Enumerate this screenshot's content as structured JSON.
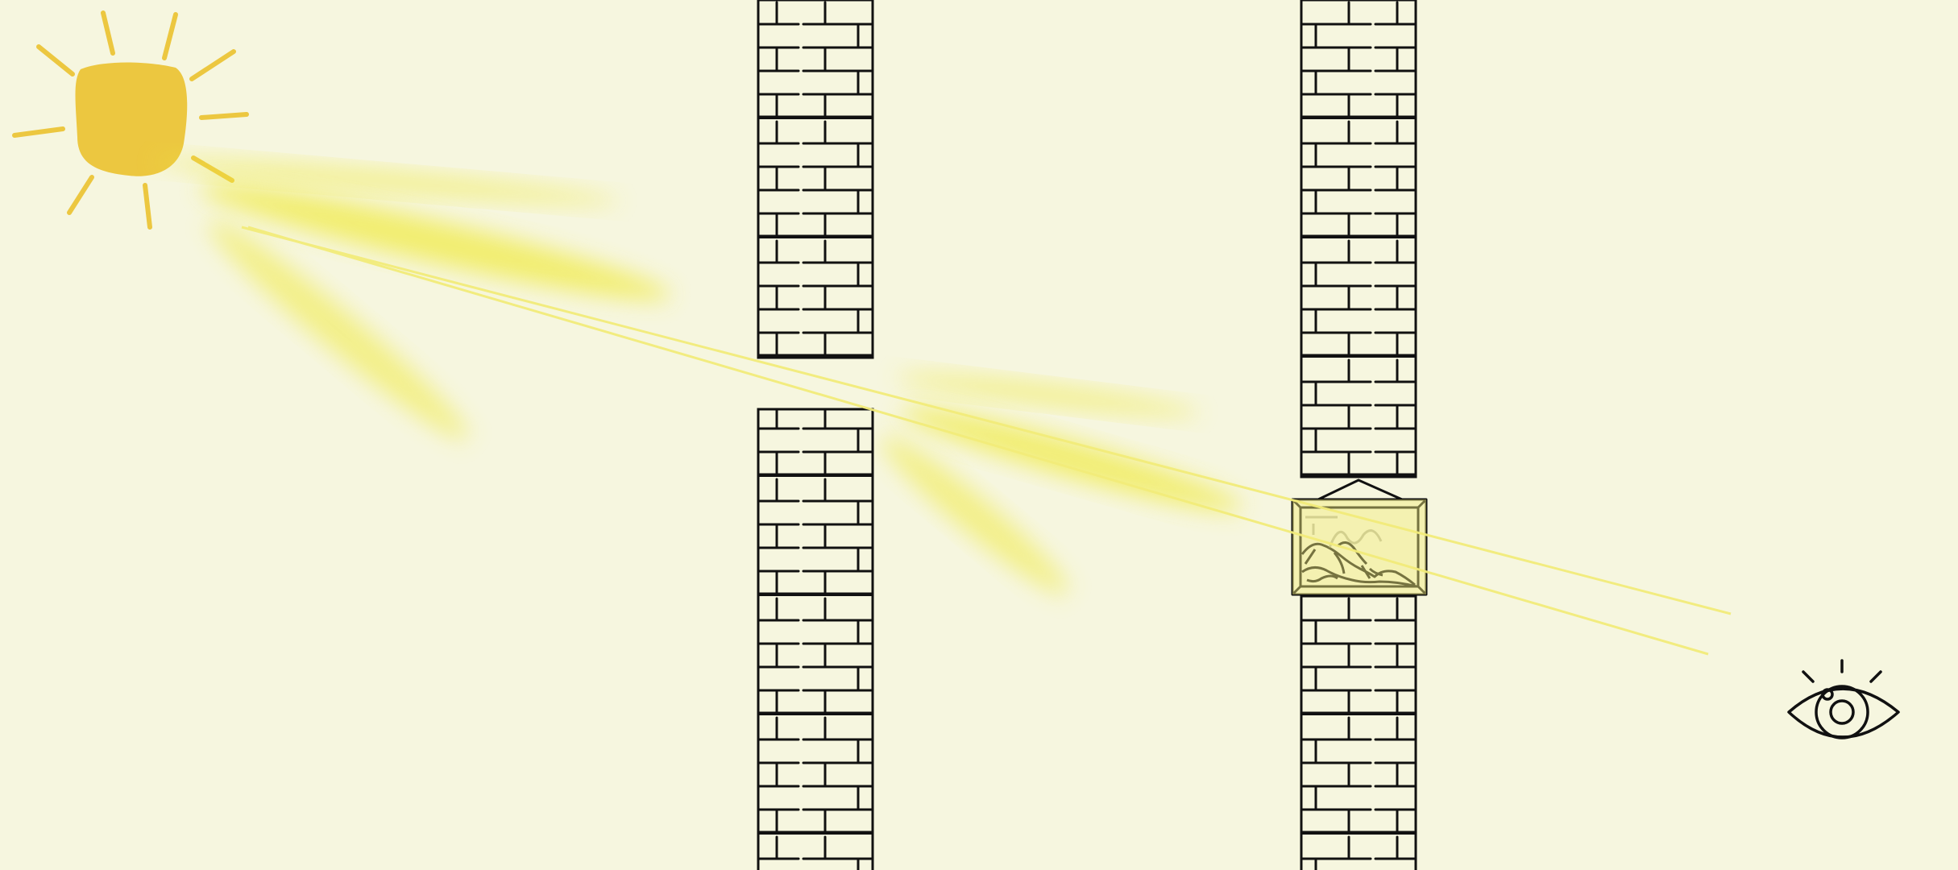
{
  "scene": {
    "background": "#f6f6df",
    "sun": {
      "icon": "sun-icon",
      "color": "#ecc740"
    },
    "light_ray": {
      "color": "#f2ec7a"
    },
    "glow": {
      "color": "#f0ea40"
    },
    "walls": [
      {
        "id": "left-wall",
        "gap": "open"
      },
      {
        "id": "right-wall",
        "gap": "painting"
      }
    ],
    "painting": {
      "icon": "framed-landscape-icon"
    },
    "eye": {
      "icon": "eye-icon",
      "color": "#111111"
    }
  }
}
